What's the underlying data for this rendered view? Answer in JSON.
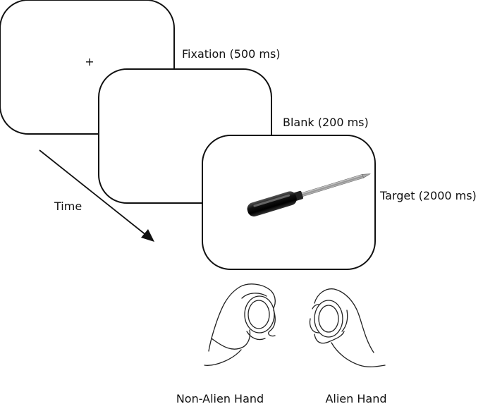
{
  "screens": [
    {
      "label": "Fixation (500 ms)",
      "content": "fixation-cross",
      "glyph": "+"
    },
    {
      "label": "Blank (200 ms)",
      "content": "blank"
    },
    {
      "label": "Target (2000 ms)",
      "content": "screwdriver-image"
    }
  ],
  "time_label": "Time",
  "hands": [
    {
      "label": "Non-Alien Hand",
      "side": "left"
    },
    {
      "label": "Alien Hand",
      "side": "right"
    }
  ],
  "colors": {
    "stroke": "#111111",
    "background": "#ffffff",
    "handle": "#1a1a1a",
    "shaft": "#9a9a9a"
  }
}
